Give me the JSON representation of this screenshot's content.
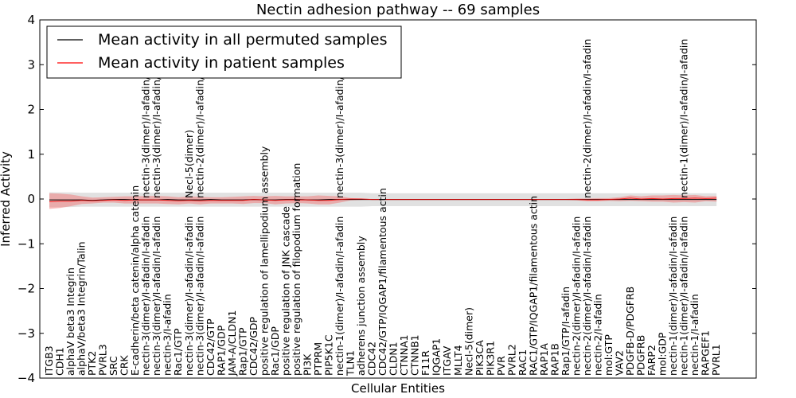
{
  "chart_data": {
    "type": "line",
    "title": "Nectin adhesion pathway -- 69 samples",
    "xlabel": "Cellular Entities",
    "ylabel": "Inferred Activity",
    "ylim": [
      -4,
      4
    ],
    "yticks": [
      -4,
      -3,
      -2,
      -1,
      0,
      1,
      2,
      3,
      4
    ],
    "yticklabels": [
      "−4",
      "−3",
      "−2",
      "−1",
      "0",
      "1",
      "2",
      "3",
      "4"
    ],
    "grid": false,
    "legend_position": "top-left",
    "colors": {
      "permuted_line": "#000000",
      "patient_line": "#ff0000",
      "permuted_band": "#c8c8c8",
      "patient_band": "#f08080"
    },
    "categories": [
      "ITGB3",
      "CDH1",
      "alphaV beta3 Integrin",
      "alphaV/beta3 Integrin/Talin",
      "PTK2",
      "PVRL3",
      "SRC",
      "CRK",
      "E-cadherin/beta catenin/alpha catenin",
      "nectin-3(dimer)/I-afadin/I-afadin",
      "nectin-3(dimer)/I-afadin/I-afadin",
      "nectin-3/I-afadin",
      "Rac1/GTP",
      "nectin-3(dimer)/I-afadin/I-afadin",
      "nectin-3(dimer)/I-afadin/I-afadin",
      "CDC42/GTP",
      "RAP1/GDP",
      "JAM-A/CLDN1",
      "Rap1/GTP",
      "CDC42/GDP",
      "positive regulation of lamellipodium assembly",
      "Rac1/GDP",
      "positive regulation of JNK cascade",
      "positive regulation of filopodium formation",
      "PI3K",
      "PTPRM",
      "PIP5K1C",
      "nectin-1(dimer)/I-afadin/I-afadin",
      "TLN1",
      "adherens junction assembly",
      "CDC42",
      "CDC42/GTP/IQGAP1/filamentous actin",
      "CLDN1",
      "CTNNA1",
      "CTNNB1",
      "F11R",
      "IQGAP1",
      "ITGAV",
      "MLLT4",
      "Necl-5(dimer)",
      "PIK3CA",
      "PIK3R1",
      "PVR",
      "PVRL2",
      "RAC1",
      "RAC1/GTP/IQGAP1/filamentous actin",
      "RAP1A",
      "RAP1B",
      "Rap1/GTP/I-afadin",
      "nectin-2(dimer)/I-afadin/I-afadin",
      "nectin-2(dimer)/I-afadin/I-afadin",
      "nectin-2/I-afadin",
      "mol:GTP",
      "VAV2",
      "PDGFB-D/PDGFRB",
      "PDGFRB",
      "FARP2",
      "mol:GDP",
      "nectin-1(dimer)/I-afadin/I-afadin",
      "nectin-1(dimer)/I-afadin/I-afadin",
      "nectin-1/I-afadin",
      "RAPGEF1",
      "PVRL1"
    ],
    "upper_labels": [
      {
        "index": 9,
        "text": "nectin-3(dimer)/I-afadin/I-afadin"
      },
      {
        "index": 10,
        "text": "nectin-3(dimer)/I-afadin/I-afadin"
      },
      {
        "index": 13,
        "text": "Necl-5(dimer)"
      },
      {
        "index": 14,
        "text": "nectin-2(dimer)/I-afadin/I-afadin"
      },
      {
        "index": 27,
        "text": "nectin-3(dimer)/I-afadin/I-afadin"
      },
      {
        "index": 50,
        "text": "nectin-2(dimer)/I-afadin/I-afadin"
      },
      {
        "index": 59,
        "text": "nectin-1(dimer)/I-afadin/I-afadin"
      }
    ],
    "series": [
      {
        "name": "Mean activity in all permuted samples",
        "values": [
          -0.02,
          -0.02,
          -0.02,
          -0.02,
          -0.03,
          -0.02,
          -0.01,
          -0.01,
          -0.02,
          -0.02,
          -0.02,
          -0.01,
          -0.02,
          -0.02,
          -0.02,
          -0.01,
          -0.02,
          -0.02,
          -0.02,
          -0.01,
          -0.02,
          -0.02,
          -0.01,
          -0.01,
          -0.02,
          -0.02,
          -0.01,
          -0.01,
          -0.01,
          -0.01,
          -0.01,
          -0.01,
          -0.01,
          -0.01,
          -0.01,
          -0.01,
          -0.01,
          -0.01,
          -0.01,
          -0.01,
          -0.01,
          -0.01,
          -0.01,
          -0.01,
          -0.01,
          -0.01,
          -0.01,
          -0.01,
          -0.01,
          -0.01,
          -0.01,
          -0.01,
          -0.01,
          -0.01,
          -0.01,
          -0.01,
          -0.01,
          -0.01,
          -0.01,
          -0.01,
          -0.01,
          -0.01,
          -0.01
        ],
        "band_upper": [
          0.15,
          0.15,
          0.15,
          0.14,
          0.14,
          0.14,
          0.14,
          0.14,
          0.14,
          0.14,
          0.14,
          0.14,
          0.14,
          0.14,
          0.14,
          0.14,
          0.14,
          0.14,
          0.14,
          0.14,
          0.14,
          0.14,
          0.14,
          0.14,
          0.14,
          0.14,
          0.14,
          0.14,
          0.14,
          0.14,
          0.13,
          0.13,
          0.13,
          0.13,
          0.13,
          0.13,
          0.13,
          0.13,
          0.13,
          0.13,
          0.13,
          0.13,
          0.13,
          0.13,
          0.13,
          0.13,
          0.13,
          0.13,
          0.13,
          0.13,
          0.13,
          0.13,
          0.13,
          0.13,
          0.13,
          0.13,
          0.13,
          0.13,
          0.13,
          0.13,
          0.13,
          0.13,
          0.13
        ],
        "band_lower": [
          -0.18,
          -0.18,
          -0.18,
          -0.17,
          -0.17,
          -0.17,
          -0.17,
          -0.17,
          -0.17,
          -0.17,
          -0.17,
          -0.17,
          -0.17,
          -0.17,
          -0.17,
          -0.17,
          -0.17,
          -0.17,
          -0.17,
          -0.17,
          -0.17,
          -0.17,
          -0.17,
          -0.17,
          -0.17,
          -0.17,
          -0.17,
          -0.17,
          -0.17,
          -0.17,
          -0.16,
          -0.16,
          -0.16,
          -0.16,
          -0.16,
          -0.16,
          -0.16,
          -0.16,
          -0.16,
          -0.16,
          -0.16,
          -0.16,
          -0.16,
          -0.16,
          -0.16,
          -0.16,
          -0.16,
          -0.16,
          -0.16,
          -0.16,
          -0.16,
          -0.16,
          -0.16,
          -0.16,
          -0.16,
          -0.16,
          -0.16,
          -0.16,
          -0.16,
          -0.16,
          -0.16,
          -0.16,
          -0.16
        ]
      },
      {
        "name": "Mean activity in patient samples",
        "values": [
          -0.06,
          -0.05,
          -0.05,
          -0.03,
          -0.04,
          -0.03,
          -0.02,
          -0.03,
          -0.02,
          -0.02,
          -0.02,
          -0.03,
          -0.04,
          -0.03,
          -0.04,
          -0.03,
          -0.03,
          -0.03,
          -0.03,
          -0.01,
          -0.02,
          -0.03,
          -0.02,
          -0.02,
          -0.02,
          -0.03,
          -0.03,
          -0.01,
          0.0,
          0.0,
          -0.01,
          -0.01,
          -0.01,
          -0.01,
          -0.01,
          -0.01,
          -0.01,
          -0.01,
          -0.01,
          -0.01,
          -0.01,
          -0.01,
          -0.01,
          -0.01,
          -0.01,
          -0.01,
          -0.01,
          -0.01,
          -0.01,
          -0.01,
          -0.02,
          -0.02,
          -0.01,
          0.0,
          0.02,
          0.0,
          0.01,
          0.0,
          0.01,
          0.01,
          0.02,
          0.01,
          0.02
        ],
        "band_upper": [
          0.13,
          0.12,
          0.1,
          0.06,
          0.03,
          0.04,
          0.05,
          0.06,
          0.06,
          0.07,
          0.07,
          0.06,
          0.04,
          0.06,
          0.05,
          0.04,
          0.04,
          0.05,
          0.06,
          0.07,
          0.06,
          0.07,
          0.06,
          0.06,
          0.06,
          0.08,
          0.07,
          0.06,
          0.02,
          0.01,
          0.0,
          0.0,
          0.0,
          0.0,
          0.0,
          0.0,
          0.0,
          0.0,
          0.0,
          0.0,
          0.0,
          0.0,
          0.0,
          0.0,
          0.0,
          0.0,
          0.0,
          0.0,
          0.0,
          0.01,
          0.01,
          0.02,
          0.02,
          0.04,
          0.08,
          0.06,
          0.08,
          0.08,
          0.09,
          0.08,
          0.09,
          0.06,
          0.07
        ],
        "band_lower": [
          -0.22,
          -0.2,
          -0.16,
          -0.11,
          -0.1,
          -0.08,
          -0.08,
          -0.1,
          -0.1,
          -0.1,
          -0.1,
          -0.11,
          -0.12,
          -0.1,
          -0.12,
          -0.1,
          -0.1,
          -0.1,
          -0.11,
          -0.09,
          -0.09,
          -0.12,
          -0.1,
          -0.09,
          -0.1,
          -0.12,
          -0.12,
          -0.08,
          -0.03,
          -0.02,
          -0.02,
          -0.02,
          -0.02,
          -0.02,
          -0.02,
          -0.02,
          -0.02,
          -0.02,
          -0.02,
          -0.02,
          -0.02,
          -0.02,
          -0.02,
          -0.02,
          -0.02,
          -0.02,
          -0.02,
          -0.02,
          -0.02,
          -0.03,
          -0.05,
          -0.05,
          -0.04,
          -0.05,
          -0.04,
          -0.05,
          -0.06,
          -0.06,
          -0.08,
          -0.07,
          -0.08,
          -0.05,
          -0.06
        ]
      }
    ]
  }
}
